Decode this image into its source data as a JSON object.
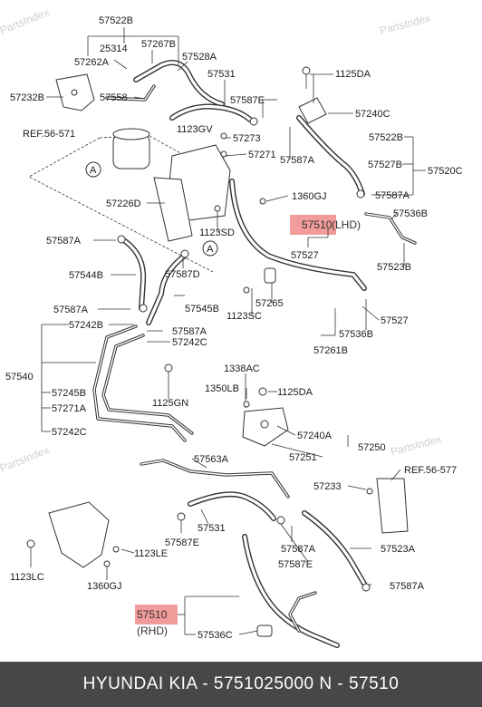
{
  "watermark": "PartsIndex",
  "parts": [
    {
      "id": "p57522B_a",
      "text": "57522B"
    },
    {
      "id": "p25314",
      "text": "25314"
    },
    {
      "id": "p57267B",
      "text": "57267B"
    },
    {
      "id": "p57262A",
      "text": "57262A"
    },
    {
      "id": "p57528A",
      "text": "57528A"
    },
    {
      "id": "p57531_a",
      "text": "57531"
    },
    {
      "id": "p1125DA_a",
      "text": "1125DA"
    },
    {
      "id": "p57232B",
      "text": "57232B"
    },
    {
      "id": "p57558",
      "text": "57558"
    },
    {
      "id": "p57587E_a",
      "text": "57587E"
    },
    {
      "id": "p57240C",
      "text": "57240C"
    },
    {
      "id": "pRef571",
      "text": "REF.56-571"
    },
    {
      "id": "p1123GV",
      "text": "1123GV"
    },
    {
      "id": "p57273",
      "text": "57273"
    },
    {
      "id": "p57522B_b",
      "text": "57522B"
    },
    {
      "id": "p57271",
      "text": "57271"
    },
    {
      "id": "p57587A_a",
      "text": "57587A"
    },
    {
      "id": "p57527B",
      "text": "57527B"
    },
    {
      "id": "p57520C",
      "text": "57520C"
    },
    {
      "id": "p57587A_b",
      "text": "57587A"
    },
    {
      "id": "p1360GJ_a",
      "text": "1360GJ"
    },
    {
      "id": "p57226D",
      "text": "57226D"
    },
    {
      "id": "p57536B_a",
      "text": "57536B"
    },
    {
      "id": "p1123SD",
      "text": "1123SD"
    },
    {
      "id": "p57510_lhd",
      "text": "57510"
    },
    {
      "id": "p57510_lhd_suffix",
      "text": "(LHD)"
    },
    {
      "id": "p57587A_c",
      "text": "57587A"
    },
    {
      "id": "p57527_a",
      "text": "57527"
    },
    {
      "id": "p57523B",
      "text": "57523B"
    },
    {
      "id": "p57544B",
      "text": "57544B"
    },
    {
      "id": "p57587D",
      "text": "57587D"
    },
    {
      "id": "p57265",
      "text": "57265"
    },
    {
      "id": "p57587A_d",
      "text": "57587A"
    },
    {
      "id": "p57545B",
      "text": "57545B"
    },
    {
      "id": "p1123SC",
      "text": "1123SC"
    },
    {
      "id": "p57527_b",
      "text": "57527"
    },
    {
      "id": "p57242B",
      "text": "57242B"
    },
    {
      "id": "p57587A_e",
      "text": "57587A"
    },
    {
      "id": "p57536B_b",
      "text": "57536B"
    },
    {
      "id": "p57242C_a",
      "text": "57242C"
    },
    {
      "id": "p57261B",
      "text": "57261B"
    },
    {
      "id": "p57540",
      "text": "57540"
    },
    {
      "id": "p1338AC",
      "text": "1338AC"
    },
    {
      "id": "p1350LB",
      "text": "1350LB"
    },
    {
      "id": "p1125DA_b",
      "text": "1125DA"
    },
    {
      "id": "p57245B",
      "text": "57245B"
    },
    {
      "id": "p1125GN",
      "text": "1125GN"
    },
    {
      "id": "p57271A",
      "text": "57271A"
    },
    {
      "id": "p57242C_b",
      "text": "57242C"
    },
    {
      "id": "p57240A",
      "text": "57240A"
    },
    {
      "id": "p57250",
      "text": "57250"
    },
    {
      "id": "p57251",
      "text": "57251"
    },
    {
      "id": "p57563A",
      "text": "57563A"
    },
    {
      "id": "pRef577",
      "text": "REF.56-577"
    },
    {
      "id": "p57233",
      "text": "57233"
    },
    {
      "id": "p57531_b",
      "text": "57531"
    },
    {
      "id": "p57587E_b",
      "text": "57587E"
    },
    {
      "id": "p57587A_f",
      "text": "57587A"
    },
    {
      "id": "p57523A",
      "text": "57523A"
    },
    {
      "id": "p1123LE",
      "text": "1123LE"
    },
    {
      "id": "p57587E_c",
      "text": "57587E"
    },
    {
      "id": "p1123LC",
      "text": "1123LC"
    },
    {
      "id": "p1360GJ_b",
      "text": "1360GJ"
    },
    {
      "id": "p57587A_g",
      "text": "57587A"
    },
    {
      "id": "p57510_rhd",
      "text": "57510"
    },
    {
      "id": "p57510_rhd_suffix",
      "text": "(RHD)"
    },
    {
      "id": "p57536C",
      "text": "57536C"
    }
  ],
  "markers": [
    {
      "id": "markA_left",
      "text": "A"
    },
    {
      "id": "markA_right",
      "text": "A"
    }
  ],
  "footer": {
    "text": "HYUNDAI  KIA - 5751025000     N - 57510"
  }
}
